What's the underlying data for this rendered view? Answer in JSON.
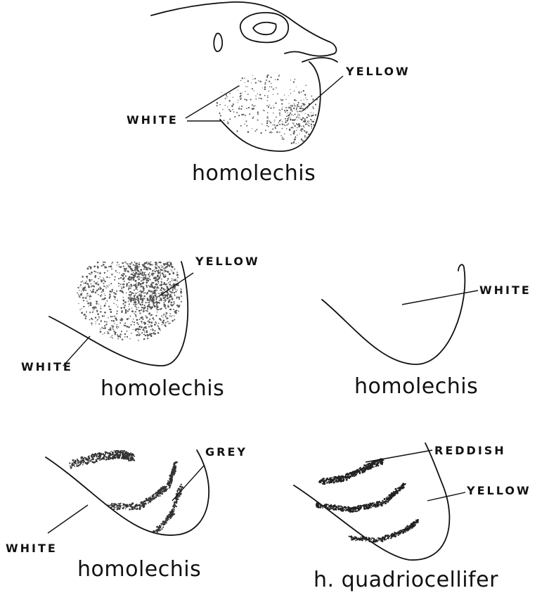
{
  "colors": {
    "ink": "#111111",
    "stipple": "#555555",
    "paper": "#ffffff"
  },
  "panels": [
    {
      "id": "a",
      "caption": "homolechis",
      "labels": [
        "YELLOW",
        "WHITE"
      ]
    },
    {
      "id": "b",
      "caption": "homolechis",
      "labels": [
        "YELLOW",
        "WHITE"
      ]
    },
    {
      "id": "c",
      "caption": "homolechis",
      "labels": [
        "WHITE"
      ]
    },
    {
      "id": "d",
      "caption": "homolechis",
      "labels": [
        "GREY",
        "WHITE"
      ]
    },
    {
      "id": "e",
      "caption": "h. quadriocellifer",
      "labels": [
        "REDDISH",
        "YELLOW"
      ]
    }
  ]
}
